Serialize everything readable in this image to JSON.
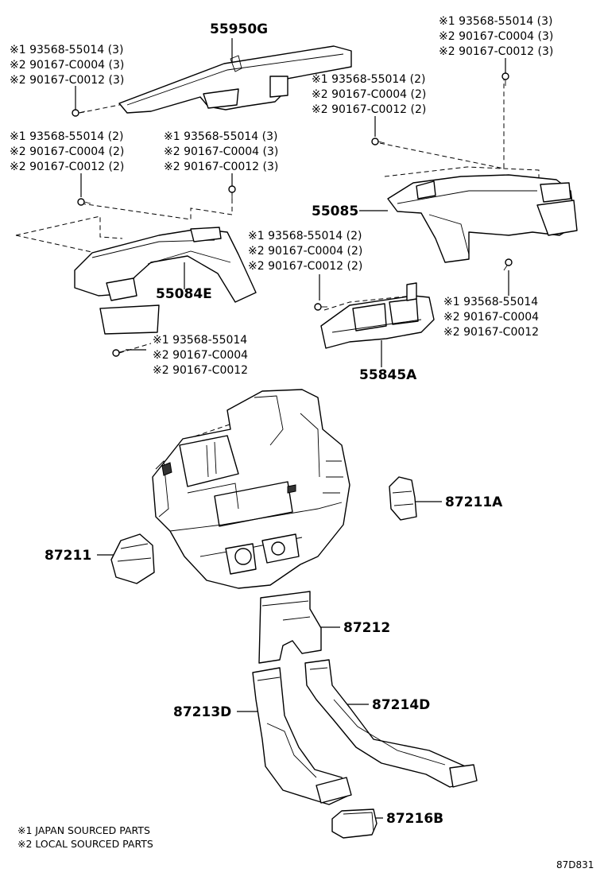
{
  "part_labels": {
    "p55950G": "55950G",
    "p55085": "55085",
    "p55084E": "55084E",
    "p55845A": "55845A",
    "p87211A": "87211A",
    "p87211": "87211",
    "p87212": "87212",
    "p87213D": "87213D",
    "p87214D": "87214D",
    "p87216B": "87216B"
  },
  "fastener_groups": [
    {
      "id": "g1",
      "lines": [
        "※1 93568-55014 (3)",
        "※2 90167-C0004 (3)",
        "※2 90167-C0012 (3)"
      ]
    },
    {
      "id": "g2",
      "lines": [
        "※1 93568-55014 (3)",
        "※2 90167-C0004 (3)",
        "※2 90167-C0012 (3)"
      ]
    },
    {
      "id": "g3",
      "lines": [
        "※1 93568-55014 (2)",
        "※2 90167-C0004 (2)",
        "※2 90167-C0012 (2)"
      ]
    },
    {
      "id": "g4",
      "lines": [
        "※1 93568-55014 (2)",
        "※2 90167-C0004 (2)",
        "※2 90167-C0012 (2)"
      ]
    },
    {
      "id": "g5",
      "lines": [
        "※1 93568-55014 (3)",
        "※2 90167-C0004 (3)",
        "※2 90167-C0012 (3)"
      ]
    },
    {
      "id": "g6",
      "lines": [
        "※1 93568-55014 (2)",
        "※2 90167-C0004 (2)",
        "※2 90167-C0012 (2)"
      ]
    },
    {
      "id": "g7",
      "lines": [
        "※1 93568-55014",
        "※2 90167-C0004",
        "※2 90167-C0012"
      ]
    },
    {
      "id": "g8",
      "lines": [
        "※1 93568-55014",
        "※2 90167-C0004",
        "※2 90167-C0012"
      ]
    }
  ],
  "footnotes": [
    "※1 JAPAN SOURCED PARTS",
    "※2 LOCAL SOURCED PARTS"
  ],
  "diagram_code": "87D831"
}
